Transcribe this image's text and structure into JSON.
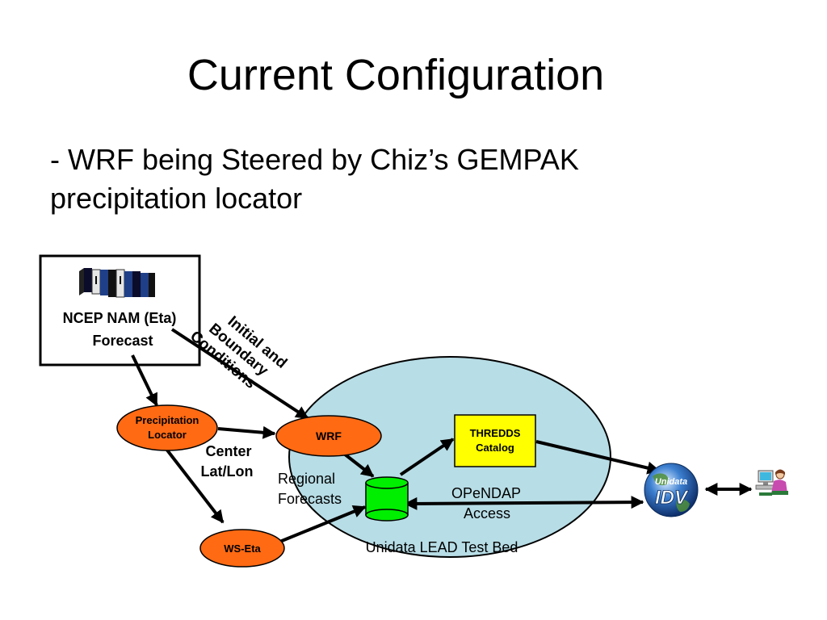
{
  "slide": {
    "title": "Current Configuration",
    "bullet_line1": "- WRF being Steered by Chiz’s GEMPAK",
    "bullet_line2": "precipitation locator"
  },
  "diagram": {
    "ncep_line1": "NCEP NAM (Eta)",
    "ncep_line2": "Forecast",
    "ibc_line1": "Initial and",
    "ibc_line2": "Boundary",
    "ibc_line3": "Conditions",
    "precip_line1": "Precipitation",
    "precip_line2": "Locator",
    "wrf": "WRF",
    "center_line1": "Center",
    "center_line2": "Lat/Lon",
    "regional_line1": "Regional",
    "regional_line2": "Forecasts",
    "thredds_line1": "THREDDS",
    "thredds_line2": "Catalog",
    "opendap_line1": "OPeNDAP",
    "opendap_line2": "Access",
    "ws_eta": "WS-Eta",
    "testbed": "Unidata LEAD Test Bed",
    "idv_top": "Unidata",
    "idv_main": "IDV"
  },
  "colors": {
    "ellipse_fill": "#b7dde6",
    "orange_node": "#ff6a13",
    "thredds_fill": "#ffff00",
    "database": "#00ee00"
  }
}
